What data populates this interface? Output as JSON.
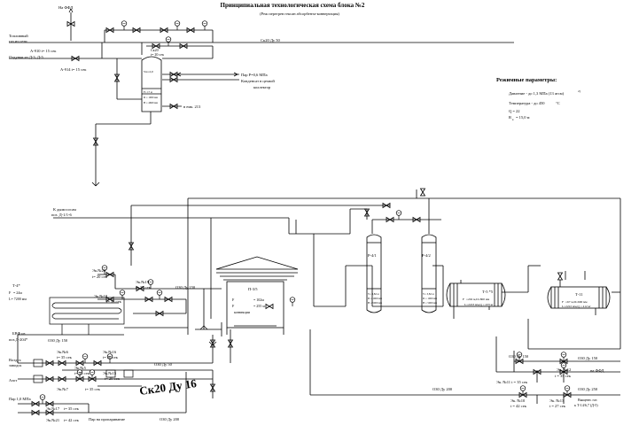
{
  "title": {
    "main": "Принципиальная технологическая схема блока №2",
    "sub": "(Реж перегрев гексан абсорбента-конвертация)"
  },
  "params": {
    "heading": "Режимные параметры:",
    "pressure": "Давление - до 1,3 МПа (13 атсм)",
    "pressure_sup": "2)",
    "temperature": "Температура - до 450",
    "temp_unit": "°С",
    "q": "Q = 22",
    "r": "R",
    "r_sub": "в",
    "r_val": "= 15,0 м"
  },
  "labels": {
    "na_ffd_top": "На ФФД",
    "fuel_gas_1": "Топливный",
    "fuel_gas_2": "газ из сети",
    "blowdown": "Отдувки из Д-3, Д-5",
    "a910": "А-910 t= 15 сек",
    "a914": "А-914 t= 15 сек",
    "sk20": "Ск20 Ду 50",
    "sk20_small": "Ск20",
    "t20": "t= 20 сек",
    "steam": "Пар Р=0,6 МПа",
    "condensate_1": "Конденсат в цехвой",
    "condensate_2": "коллектор",
    "to_tank": "в емк. 213",
    "vessel_top": "Vн=2,0",
    "vessel_1": "F= 17 м",
    "vessel_2": "D = 1000 мм",
    "vessel_3": "H = 4600 мм",
    "pumps_1": "К дымососам",
    "pumps_2": "поз. Д-1/1-6",
    "t4": "Т-4*",
    "t4_f": "F",
    "t4_fv": "= 24м",
    "t4_l": "L= 7200 мм",
    "bbf_1": "БВФ из",
    "bbf_2": "поз.Д-204*",
    "oz20_150_a": "ОЗ0 Ду 150",
    "oz20_150_b": "ОЗ0 Ду 150",
    "oz20_150_c": "ОЗ0 Ду 150",
    "oz20_150_d": "ОЗ0 Ду 150",
    "oz20_50": "ОЗ0 Ду 50",
    "oz20_200_a": "ОЗ0 Ду 200",
    "oz20_200_b": "ОЗ0 Ду 200",
    "oz20_250": "ОЗ0 Ду 250",
    "ek20": "Эк.№20",
    "ek20_t": "t= 20 сек",
    "ek19": "Эк.№19",
    "ek19_t": "t= 35 сек",
    "ek18": "Эк.№18",
    "ek18_t": "t= 35 сек",
    "air_blower_1": "Воздух",
    "air_blower_2": "заводск",
    "air": "Азот",
    "ek6": "Эк.№6",
    "ek6_t": "t= 35 сек",
    "ek16": "Эк.№16",
    "ek16_t": "t= 20 сек",
    "ek5": "Эк.№5",
    "ek5_t": "t= 35 сек",
    "ek15": "Эк.№15",
    "ek15_t": "t= 20 сек",
    "ek7": "Эк.№7",
    "ek7_t": "t= 35 сек",
    "big_label": "Ск20 Ду 16",
    "steam_low": "Пар 1,0 МПа",
    "ek17": "Эк.№17",
    "ek17_t": "t= 35 сек",
    "ek21": "Эк.№21",
    "ek21_t": "t= 42 сек",
    "steam_purge": "Пар на пропаривание",
    "p35_name": "П-3/5",
    "p35_f": "F",
    "p35_fv": "= 102м",
    "p35_f2": "F",
    "p35_f2v": "= 255 м",
    "p35_sub": "конвекции",
    "r41_name": "Р-4/1",
    "r42_name": "Р-4/2",
    "r_1": "V= 3,82 м",
    "r_2": "D = 1000 мм",
    "r_3": "H = 5000 мм",
    "t5_name": "Т-5 *5",
    "t5_1": "F",
    "t5_1v": "=202 м,D=800 мм",
    "t5_2": "L=2223 мм,Q = 433 кг",
    "t11_name": "Т-11",
    "t11_1": "F",
    "t11_1v": "=67 м,D=600 мм",
    "t11_2": "L=2222 мм,Q = 412 кг",
    "ek11": "Эк. №11 t = 35 сек",
    "ek12": "Эк. №12",
    "ek12_t": "t = 35 сек",
    "na_ffd_right": "на ФФД",
    "ek10": "Эк. №10",
    "ek10_t": "t = 42 сек",
    "ek13": "Эк. №13",
    "ek13_t": "t = 27 сек",
    "vent_1": "Выщенн. газ",
    "vent_2": "к Т-14/6,7 (Д-5)"
  }
}
